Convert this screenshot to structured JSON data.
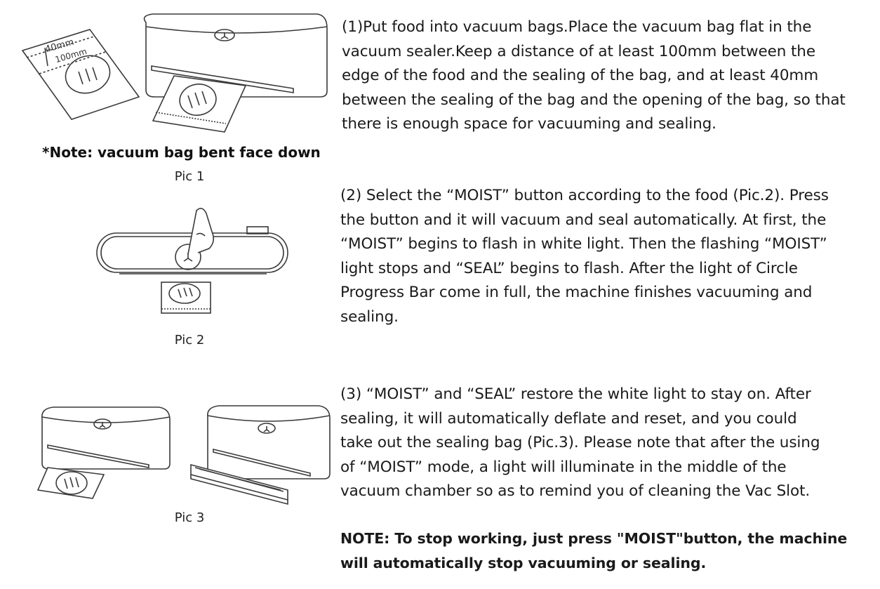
{
  "steps": [
    {
      "lines": [
        "(1)Put food into vacuum bags.Place the vacuum bag flat in the",
        "vacuum sealer.Keep a distance of at least 100mm between the",
        "edge of the food and the sealing of the bag, and at least 40mm",
        "between the sealing of the bag and the opening of the bag, so that",
        "there is enough space for vacuuming and sealing."
      ]
    },
    {
      "lines": [
        "(2) Select the “MOIST” button according to the food (Pic.2). Press",
        "the button and it will vacuum and seal automatically. At first, the",
        "“MOIST” begins to flash in white light. Then the flashing “MOIST”",
        "light stops and “SEAL” begins to flash. After the light of Circle",
        "Progress Bar come in full, the machine finishes vacuuming and",
        "sealing."
      ]
    },
    {
      "lines": [
        "(3) “MOIST” and “SEAL” restore the white light to stay on. After",
        "sealing, it will automatically deflate and reset, and you could",
        "take out the sealing bag (Pic.3). Please note that after the using",
        "of “MOIST” mode, a light will illuminate in the middle of the",
        "vacuum chamber so as to remind you of cleaning the Vac Slot."
      ]
    }
  ],
  "final_note": {
    "lines": [
      "NOTE: To stop working, just press \"MOIST\"button, the machine",
      "will automatically stop vacuuming or sealing."
    ]
  },
  "pic1": {
    "label_40": "40mm",
    "label_100": "100mm",
    "note": "*Note: vacuum bag bent face down",
    "caption": "Pic 1"
  },
  "pic2": {
    "caption": "Pic 2"
  },
  "pic3": {
    "caption": "Pic 3"
  }
}
